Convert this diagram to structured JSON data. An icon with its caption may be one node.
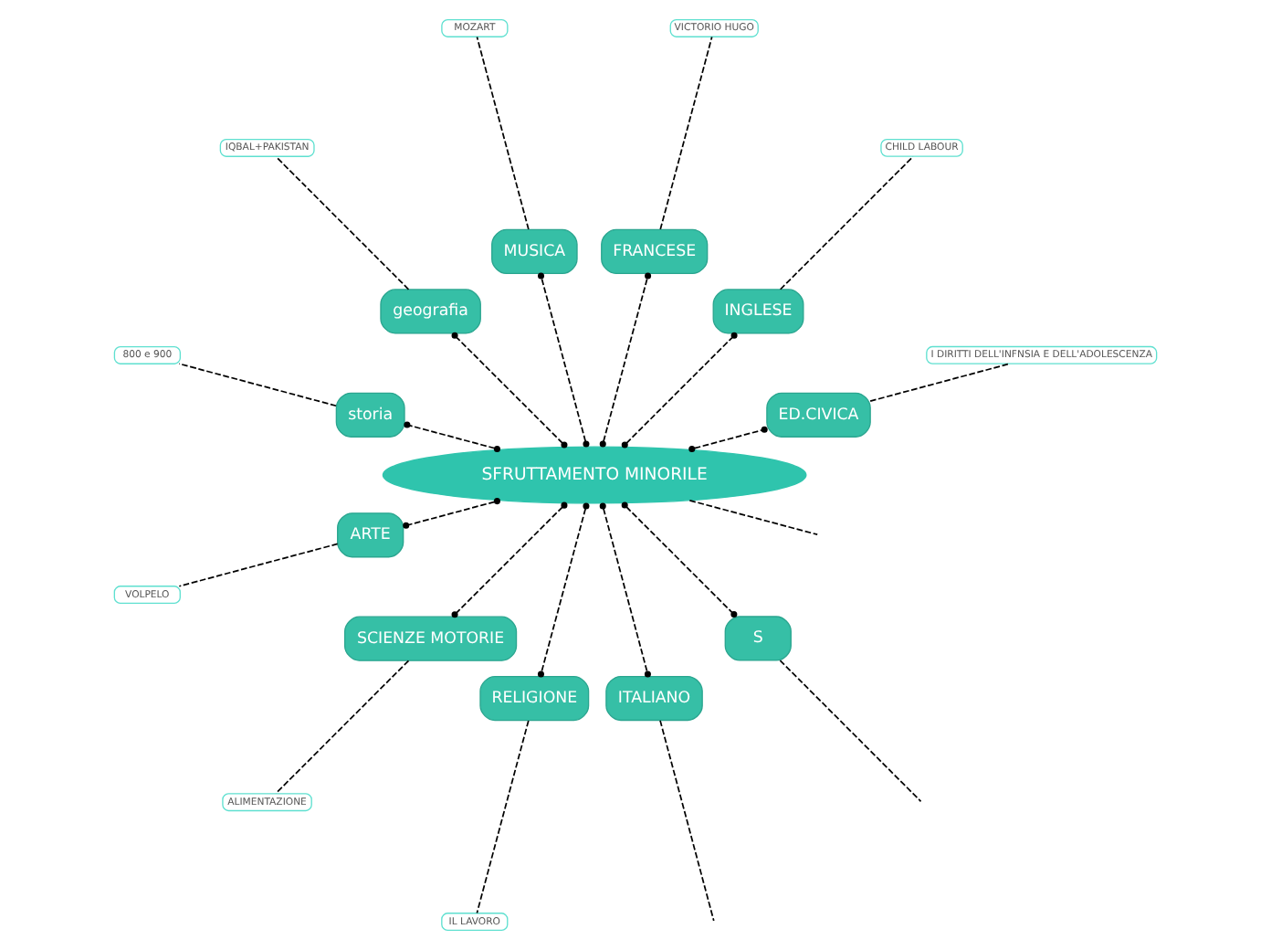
{
  "diagram": {
    "nodes": [
      {
        "text": [
          "SFRUTTAMENTO MINORILE"
        ]
      },
      {
        "text": [
          "I DIRITTI DELL'INFNSIA E DELL'ADOLESCENZA"
        ]
      },
      {
        "text": [
          "ED.CIVICA"
        ]
      },
      {
        "text": [
          "CHILD LABOUR"
        ]
      },
      {
        "text": [
          "INGLESE"
        ]
      },
      {
        "text": [
          "FRANCESE"
        ]
      },
      {
        "text": [
          "VICTORIO HUGO"
        ]
      },
      {
        "text": [
          "MUSICA"
        ]
      },
      {
        "text": [
          "MOZART"
        ]
      },
      {
        "text": [
          "IQBAL+PAKISTAN"
        ]
      },
      {
        "text": [
          "geografia"
        ]
      },
      {
        "text": [
          "storia"
        ]
      },
      {
        "text": [
          "800 e 900"
        ]
      },
      {
        "text": [
          "VOLPELO"
        ]
      },
      {
        "text": [
          "ARTE"
        ]
      },
      {
        "text": [
          "SCIENZE MOTORIE"
        ]
      },
      {
        "text": [
          "ALIMENTAZIONE"
        ]
      },
      {
        "text": [
          "RELIGIONE"
        ]
      },
      {
        "text": [
          "IL LAVORO"
        ]
      },
      {
        "text": [
          "ITALIANO"
        ]
      },
      {
        "text": [
          "S"
        ]
      }
    ],
    "edges": [
      {
        "from": 0,
        "to": 2,
        "arrow": "other",
        "style": "dashed"
      },
      {
        "from": 2,
        "to": 1,
        "arrow": "none",
        "style": "dashed"
      },
      {
        "from": 0,
        "to": 4,
        "arrow": "other",
        "style": "dashed"
      },
      {
        "from": 4,
        "to": 3,
        "arrow": "none",
        "style": "dashed"
      },
      {
        "from": 0,
        "to": 5,
        "arrow": "other",
        "style": "dashed"
      },
      {
        "from": 5,
        "to": 6,
        "arrow": "none",
        "style": "dashed"
      },
      {
        "from": 0,
        "to": 7,
        "arrow": "other",
        "style": "dashed"
      },
      {
        "from": 7,
        "to": 8,
        "arrow": "none",
        "style": "dashed"
      },
      {
        "from": 0,
        "to": 10,
        "arrow": "other",
        "style": "dashed"
      },
      {
        "from": 10,
        "to": 9,
        "arrow": "none",
        "style": "dashed"
      },
      {
        "from": 0,
        "to": 11,
        "arrow": "other",
        "style": "dashed"
      },
      {
        "from": 11,
        "to": 12,
        "arrow": "none",
        "style": "dashed"
      },
      {
        "from": 0,
        "to": 14,
        "arrow": "other",
        "style": "dashed"
      },
      {
        "from": 14,
        "to": 13,
        "arrow": "none",
        "style": "dashed"
      },
      {
        "from": 0,
        "to": 15,
        "arrow": "other",
        "style": "dashed"
      },
      {
        "from": 15,
        "to": 16,
        "arrow": "none",
        "style": "dashed"
      },
      {
        "from": 0,
        "to": 17,
        "arrow": "other",
        "style": "dashed"
      },
      {
        "from": 17,
        "to": 18,
        "arrow": "none",
        "style": "dashed"
      },
      {
        "from": 0,
        "to": 19,
        "arrow": "other",
        "style": "dashed"
      },
      {
        "from": 19,
        "to": null,
        "arrow": "none",
        "style": "dashed"
      },
      {
        "from": 0,
        "to": null,
        "arrow": "none",
        "style": "dashed"
      },
      {
        "from": 0,
        "to": 20,
        "arrow": "other",
        "style": "dashed"
      },
      {
        "from": 20,
        "to": null,
        "arrow": "none",
        "style": "dashed"
      }
    ]
  }
}
